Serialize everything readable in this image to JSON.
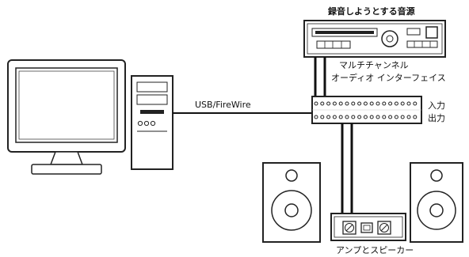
{
  "labels": {
    "audio_source": "録音しようとする音源",
    "interface_line1": "マルチチャンネル",
    "interface_line2": "オーディオ インターフェイス",
    "connection": "USB/FireWire",
    "input": "入力",
    "output": "出力",
    "amp_speakers": "アンプとスピーカー"
  }
}
